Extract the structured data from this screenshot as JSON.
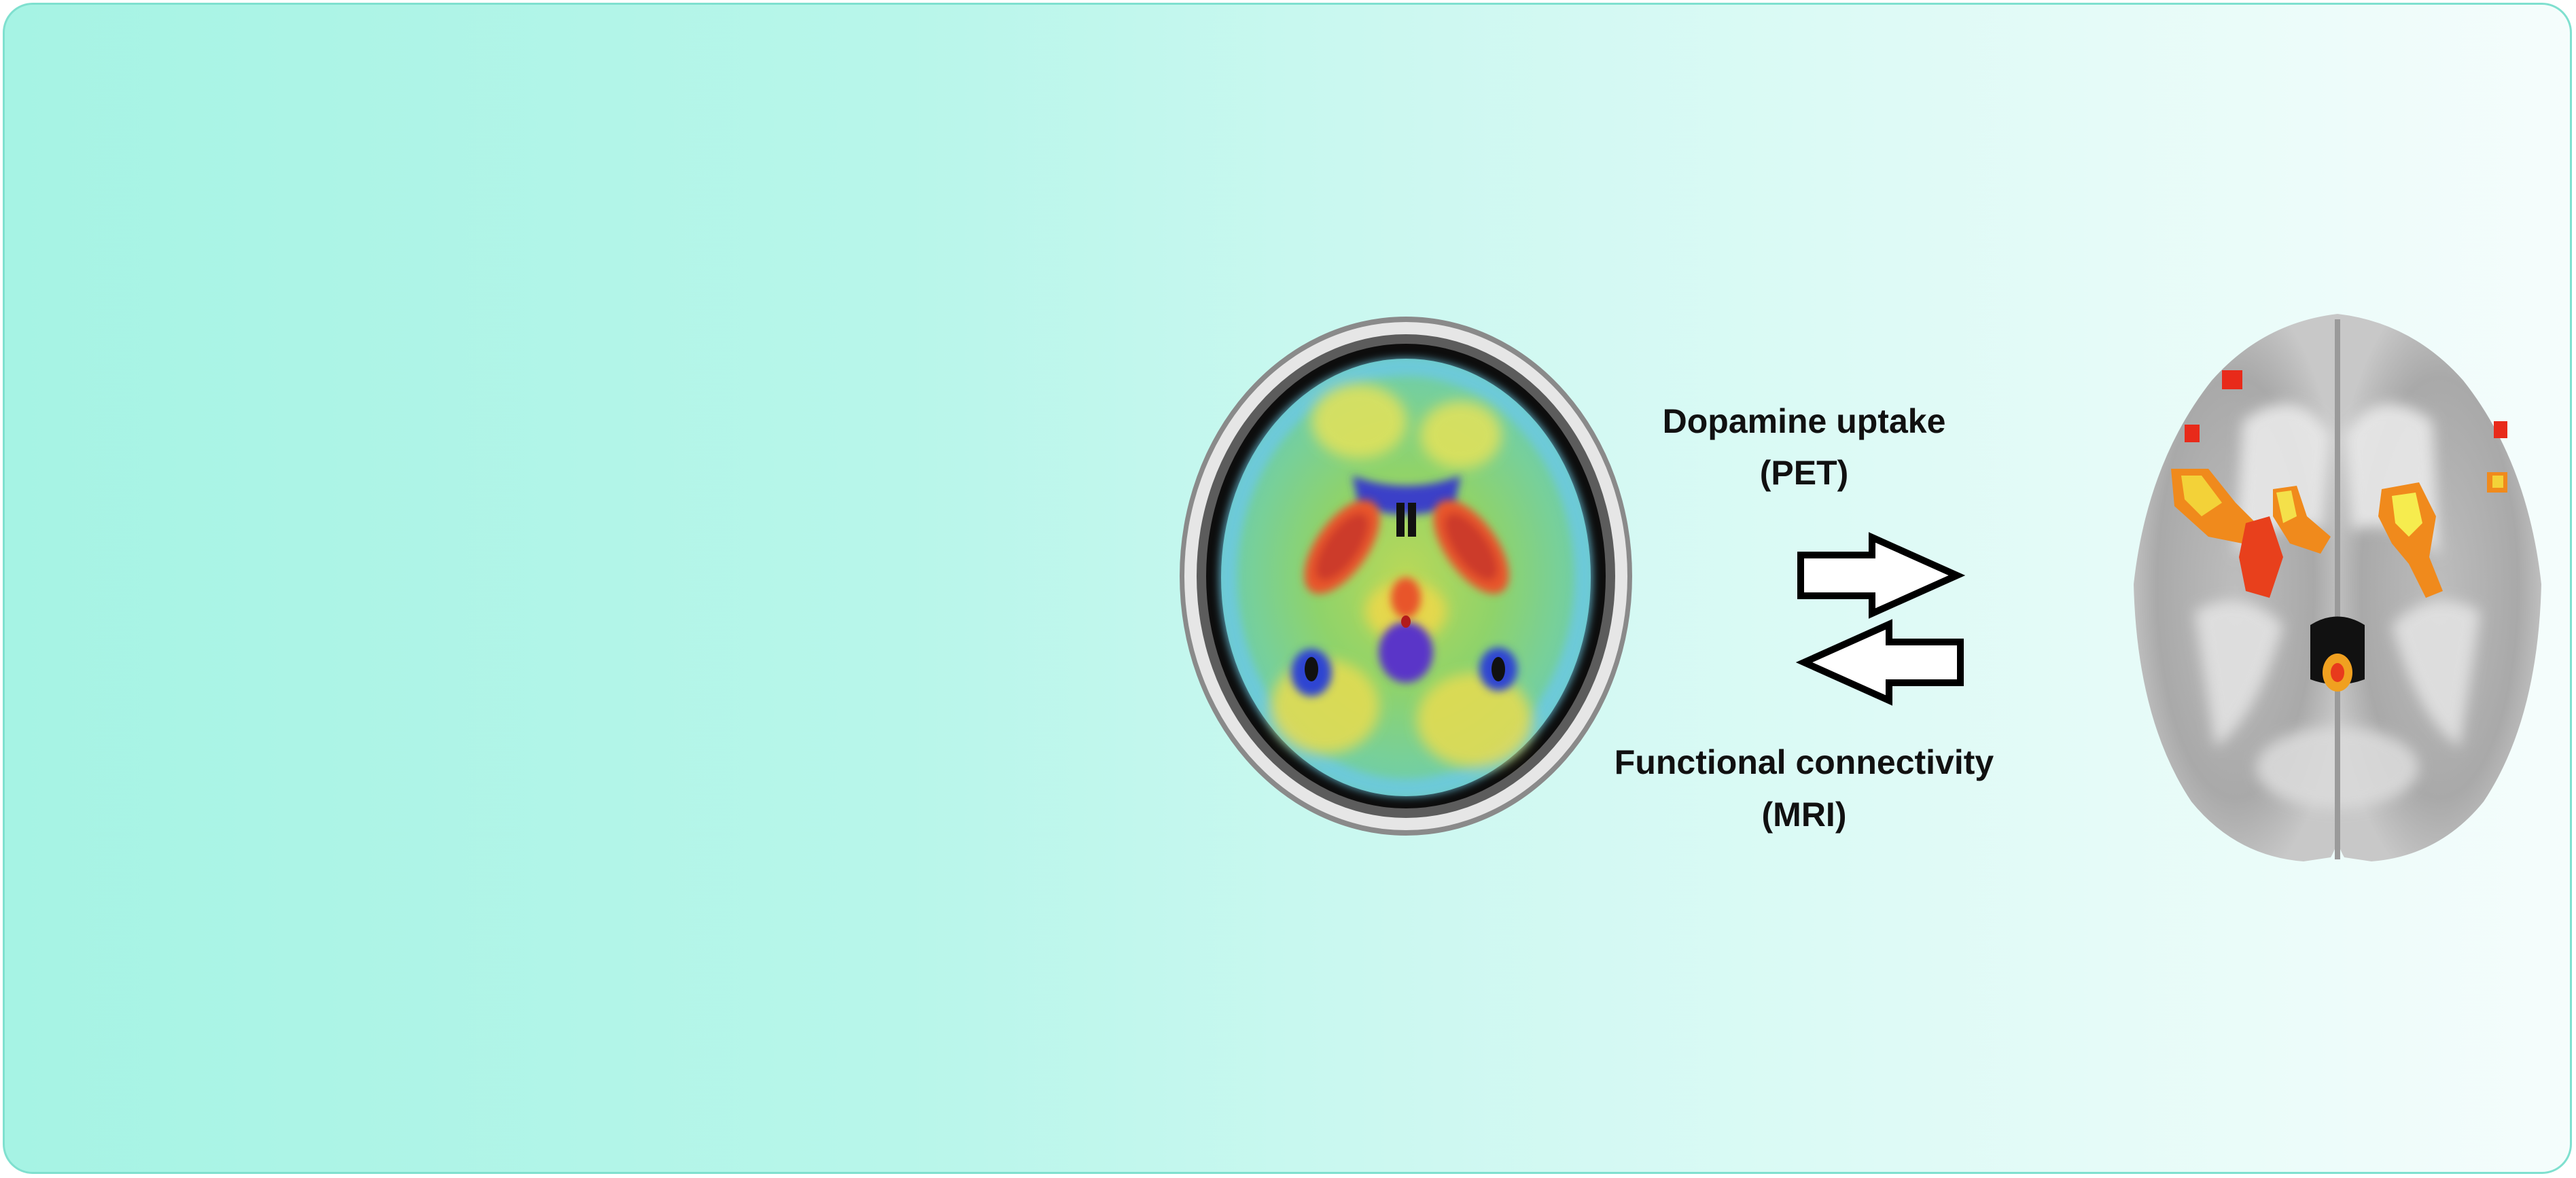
{
  "labels": {
    "top_line1": "Dopamine uptake",
    "top_line2": "(PET)",
    "bottom_line1": "Functional connectivity",
    "bottom_line2": "(MRI)"
  },
  "colors": {
    "banner_border": "#7fe0cf",
    "gradient_start": "#a6f3e4",
    "gradient_end": "#f5fdfc",
    "arrow_fill": "#ffffff",
    "arrow_stroke": "#000000"
  },
  "figures": {
    "pet_brain": "axial brain slice with PET dopamine-uptake heatmap (blue/green/yellow/red)",
    "mri_brain": "axial grayscale brain slice with red/yellow functional connectivity clusters"
  }
}
